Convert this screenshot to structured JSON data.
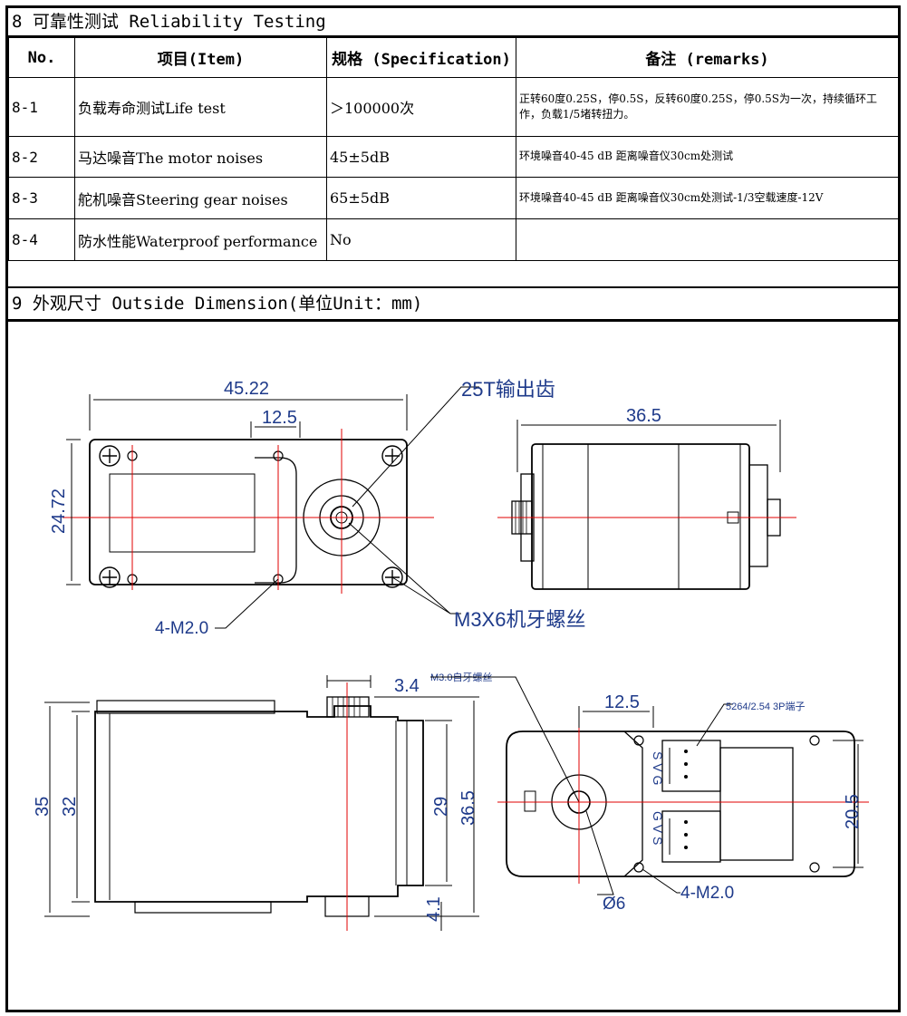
{
  "section8": {
    "title": "8 可靠性测试 Reliability  Testing",
    "headers": [
      "No.",
      "项目(Item)",
      "规格 (Specification)",
      "备注 (remarks)"
    ],
    "rows": [
      {
        "no": "8-1",
        "item": "负载寿命测试Life test",
        "spec": "＞100000次",
        "remark": "正转60度0.25S，停0.5S，反转60度0.25S，停0.5S为一次，持续循环工作，负载1/5堵转扭力。"
      },
      {
        "no": "8-2",
        "item": "马达噪音The motor noises",
        "spec": "45±5dB",
        "remark": "环境噪音40-45 dB  距离噪音仪30cm处测试"
      },
      {
        "no": "8-3",
        "item": "舵机噪音Steering gear noises",
        "spec": "65±5dB",
        "remark": "环境噪音40-45 dB  距离噪音仪30cm处测试-1/3空载速度-12V"
      },
      {
        "no": "8-4",
        "item": "防水性能Waterproof performance",
        "spec": "No",
        "remark": ""
      }
    ]
  },
  "section9": {
    "title": "9 外观尺寸 Outside Dimension(单位Unit：mm)"
  },
  "drawing": {
    "top_view": {
      "width": "45.22",
      "offset": "12.5",
      "height": "24.72",
      "gear": "25T输出齿",
      "screw": "M3X6机牙螺丝",
      "holes": "4-M2.0"
    },
    "end_view": {
      "width": "36.5"
    },
    "side_view": {
      "h_total": "35",
      "h_body": "32",
      "h_case": "29",
      "h_gear": "36.5",
      "gear_w": "3.4",
      "bottom": "4.1",
      "screw": "M3.0自牙螺丝"
    },
    "bottom_view": {
      "offset": "12.5",
      "connector": "5264/2.54  3P端子",
      "height": "20.5",
      "shaft": "Ø6",
      "holes": "4-M2.0",
      "pins": "S V G",
      "pins2": "G V S"
    }
  }
}
